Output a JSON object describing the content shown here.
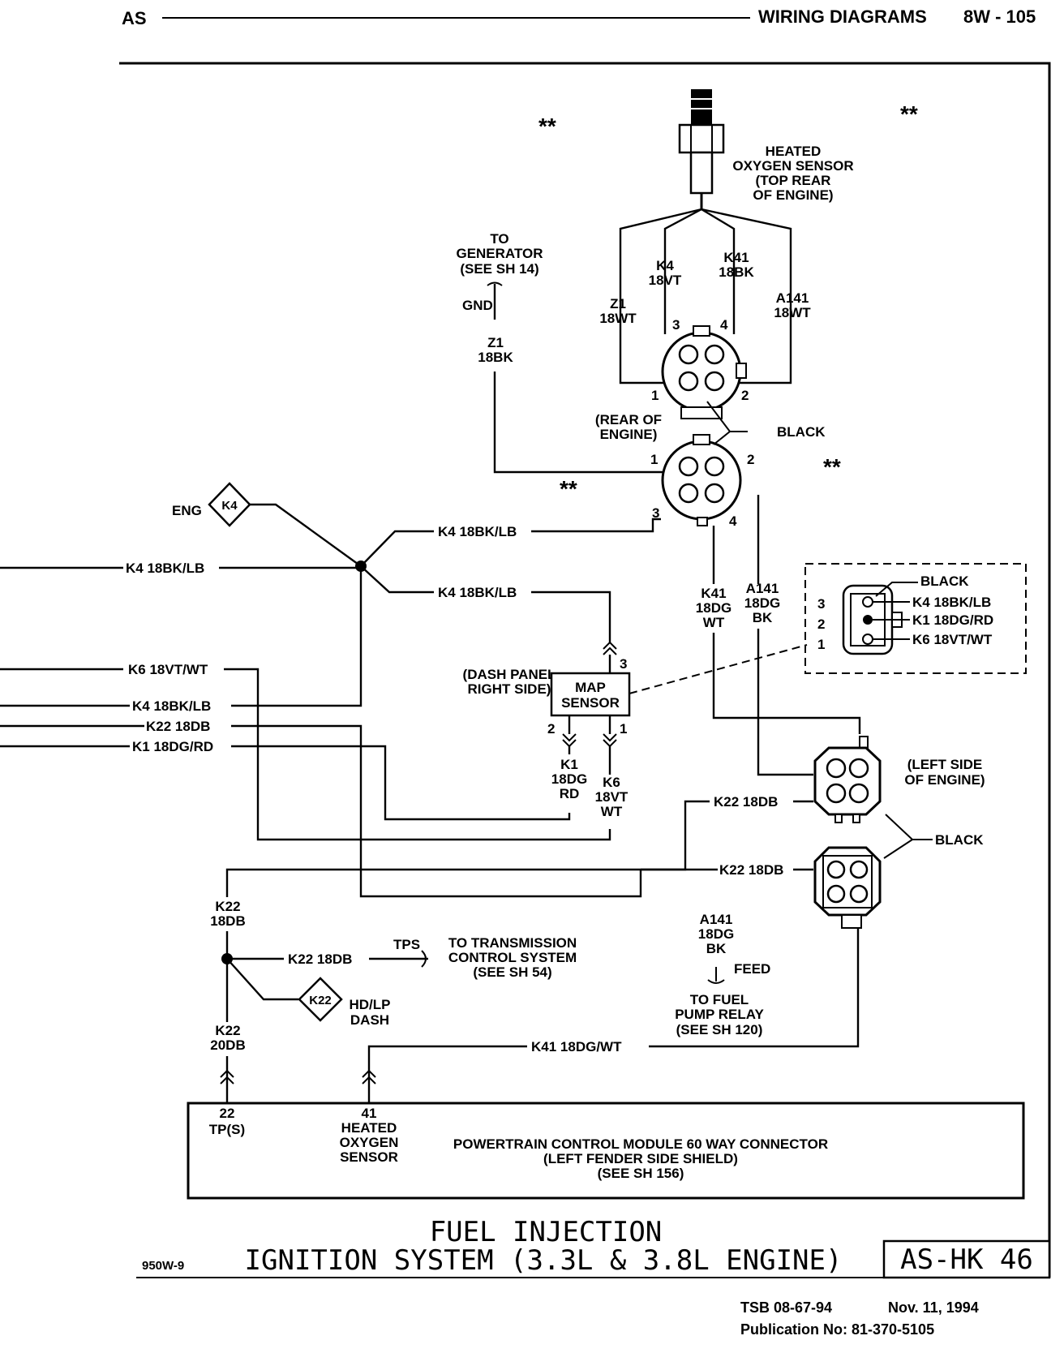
{
  "header": {
    "left": "AS",
    "section": "WIRING DIAGRAMS",
    "page": "8W - 105"
  },
  "labels": {
    "o2_sensor": [
      "HEATED",
      "OXYGEN SENSOR",
      "(TOP REAR",
      "OF ENGINE)"
    ],
    "generator": [
      "TO",
      "GENERATOR",
      "(SEE SH 14)"
    ],
    "gnd": "GND",
    "z1_gen": [
      "Z1",
      "18BK"
    ],
    "z1_sensor": [
      "Z1",
      "18WT"
    ],
    "k4_sensor": [
      "K4",
      "18VT"
    ],
    "k41_sensor": [
      "K41",
      "18BK"
    ],
    "a141_sensor": [
      "A141",
      "18WT"
    ],
    "rear_engine": [
      "(REAR OF",
      "ENGINE)"
    ],
    "black": "BLACK",
    "eng": "ENG",
    "k4_diamond": "K4",
    "k4_wire": "K4 18BK/LB",
    "k6_wire": "K6 18VT/WT",
    "k22_wire": "K22 18DB",
    "k1_wire": "K1 18DG/RD",
    "k41_wire": [
      "K41",
      "18DG",
      "WT"
    ],
    "a141_wire": [
      "A141",
      "18DG",
      "BK"
    ],
    "dash_panel": [
      "(DASH PANEL",
      "RIGHT SIDE)"
    ],
    "map_sensor": [
      "MAP",
      "SENSOR"
    ],
    "k1_map": [
      "K1",
      "18DG",
      "RD"
    ],
    "k6_map": [
      "K6",
      "18VT",
      "WT"
    ],
    "left_engine": [
      "(LEFT SIDE",
      "OF ENGINE)"
    ],
    "inset_k4": "K4 18BK/LB",
    "inset_k1": "K1 18DG/RD",
    "inset_k6": "K6 18VT/WT",
    "k22_vert": [
      "K22",
      "18DB"
    ],
    "k22_bottom": [
      "K22",
      "20DB"
    ],
    "tps": "TPS",
    "transmission": [
      "TO TRANSMISSION",
      "CONTROL SYSTEM",
      "(SEE SH 54)"
    ],
    "hdlp": [
      "HD/LP",
      "DASH"
    ],
    "k22_diamond": "K22",
    "a141_feed": [
      "A141",
      "18DG",
      "BK"
    ],
    "feed": "FEED",
    "fuel_pump": [
      "TO FUEL",
      "PUMP RELAY",
      "(SEE SH 120)"
    ],
    "k41_bottom": "K41 18DG/WT",
    "pcm_22": [
      "22",
      "TP(S)"
    ],
    "pcm_41": [
      "41",
      "HEATED",
      "OXYGEN",
      "SENSOR"
    ],
    "pcm_title": [
      "POWERTRAIN CONTROL MODULE 60 WAY CONNECTOR",
      "(LEFT FENDER SIDE SHIELD)",
      "(SEE SH 156)"
    ],
    "stars": "**",
    "pins": {
      "p1": "1",
      "p2": "2",
      "p3": "3",
      "p4": "4"
    }
  },
  "footer": {
    "code": "950W-9",
    "title_line1": "FUEL INJECTION",
    "title_line2": "IGNITION SYSTEM (3.3L & 3.8L ENGINE)",
    "box_id": "AS-HK 46",
    "tsb": "TSB 08-67-94",
    "date": "Nov. 11, 1994",
    "publication": "Publication No: 81-370-5105"
  }
}
